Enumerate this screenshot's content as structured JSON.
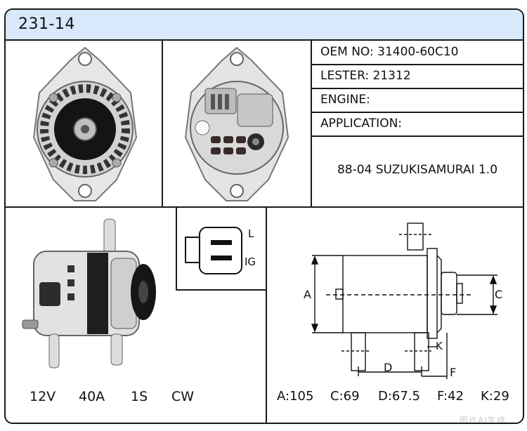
{
  "header": {
    "model": "231-14"
  },
  "specs": {
    "oem": "OEM NO: 31400-60C10",
    "lester": "LESTER: 21312",
    "engine": "ENGINE:",
    "application_label": "APPLICATION:",
    "application_value": "88-04 SUZUKISAMURAI 1.0"
  },
  "connector": {
    "pin_top": "L",
    "pin_bottom": "IG"
  },
  "electrical": {
    "voltage": "12V",
    "amperage": "40A",
    "mount": "1S",
    "rotation": "CW"
  },
  "drawing_labels": {
    "a": "A",
    "c": "C",
    "d": "D",
    "f": "F",
    "k": "K"
  },
  "dimensions": {
    "a": "A:105",
    "c": "C:69",
    "d": "D:67.5",
    "f": "F:42",
    "k": "K:29"
  },
  "watermark": "图片AI生成",
  "colors": {
    "header_bg": "#d7e9fb",
    "border": "#1a1a1a"
  }
}
